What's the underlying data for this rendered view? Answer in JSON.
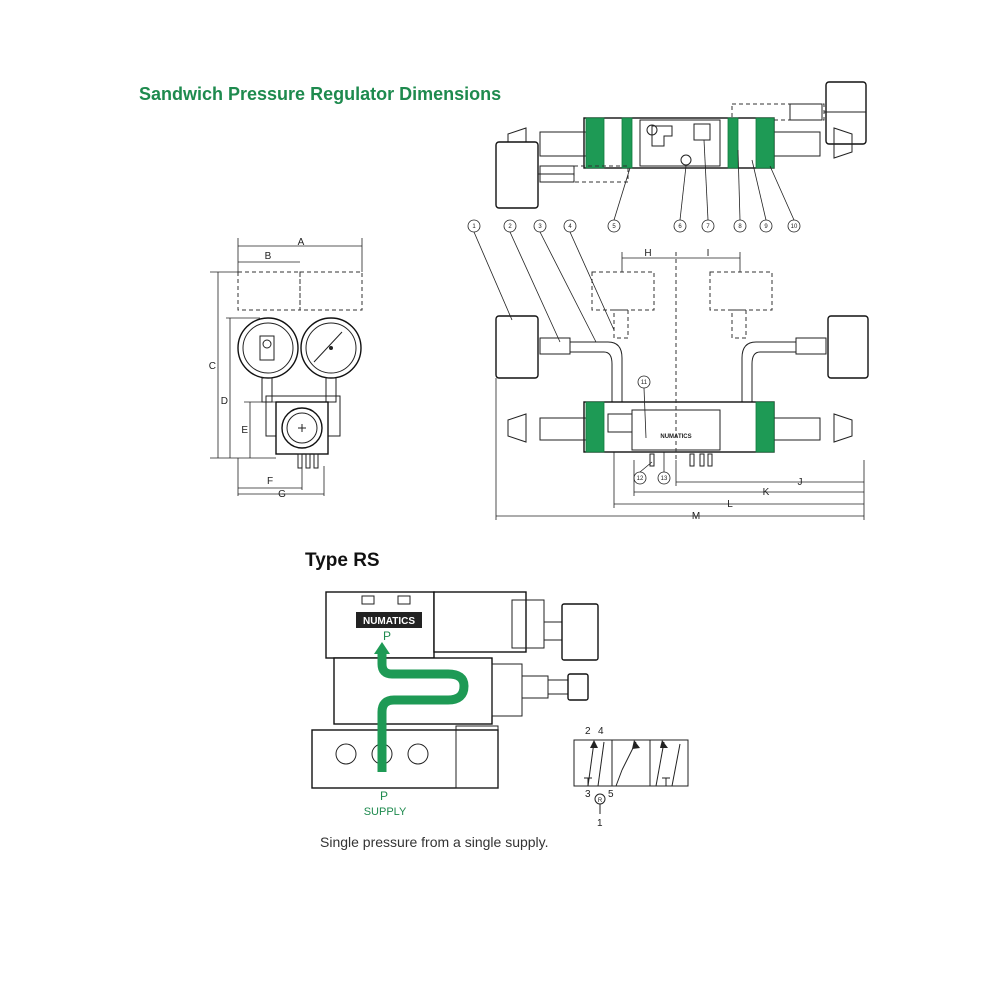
{
  "title": "Sandwich Pressure Regulator Dimensions",
  "type_title": "Type RS",
  "caption": "Single pressure from a single supply.",
  "brand": "NUMATICS",
  "flow": {
    "top_label": "P",
    "bottom_label": "P",
    "supply_label": "SUPPLY"
  },
  "dimensions": [
    "A",
    "B",
    "C",
    "D",
    "E",
    "F",
    "G",
    "H",
    "I",
    "J",
    "K",
    "L",
    "M"
  ],
  "callouts": [
    "1",
    "2",
    "3",
    "4",
    "5",
    "6",
    "7",
    "8",
    "9",
    "10",
    "11",
    "12",
    "13"
  ],
  "symbol_ports": {
    "p2": "2",
    "p4": "4",
    "p3": "3",
    "p5": "5",
    "r": "R",
    "p1": "1"
  },
  "colors": {
    "accent": "#1e8a4e",
    "flow": "#1e9a55"
  }
}
